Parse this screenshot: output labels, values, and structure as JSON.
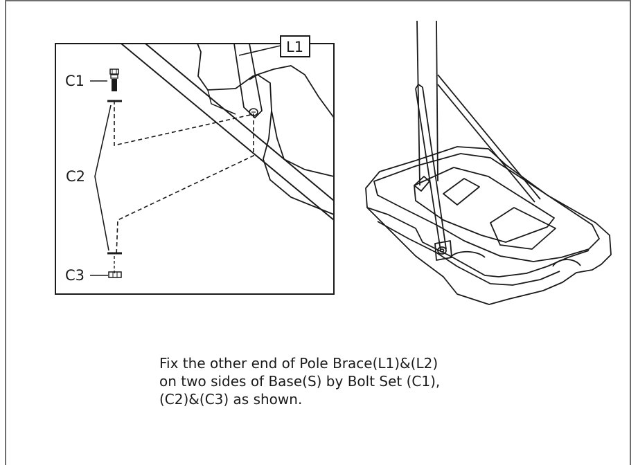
{
  "labels": {
    "c1": "C1",
    "c2": "C2",
    "c3": "C3",
    "l1": "L1"
  },
  "caption": {
    "line1": "Fix the other end of Pole Brace(L1)&(L2)",
    "line2": "on two sides of Base(S) by Bolt Set (C1),",
    "line3": "(C2)&(C3) as shown."
  }
}
